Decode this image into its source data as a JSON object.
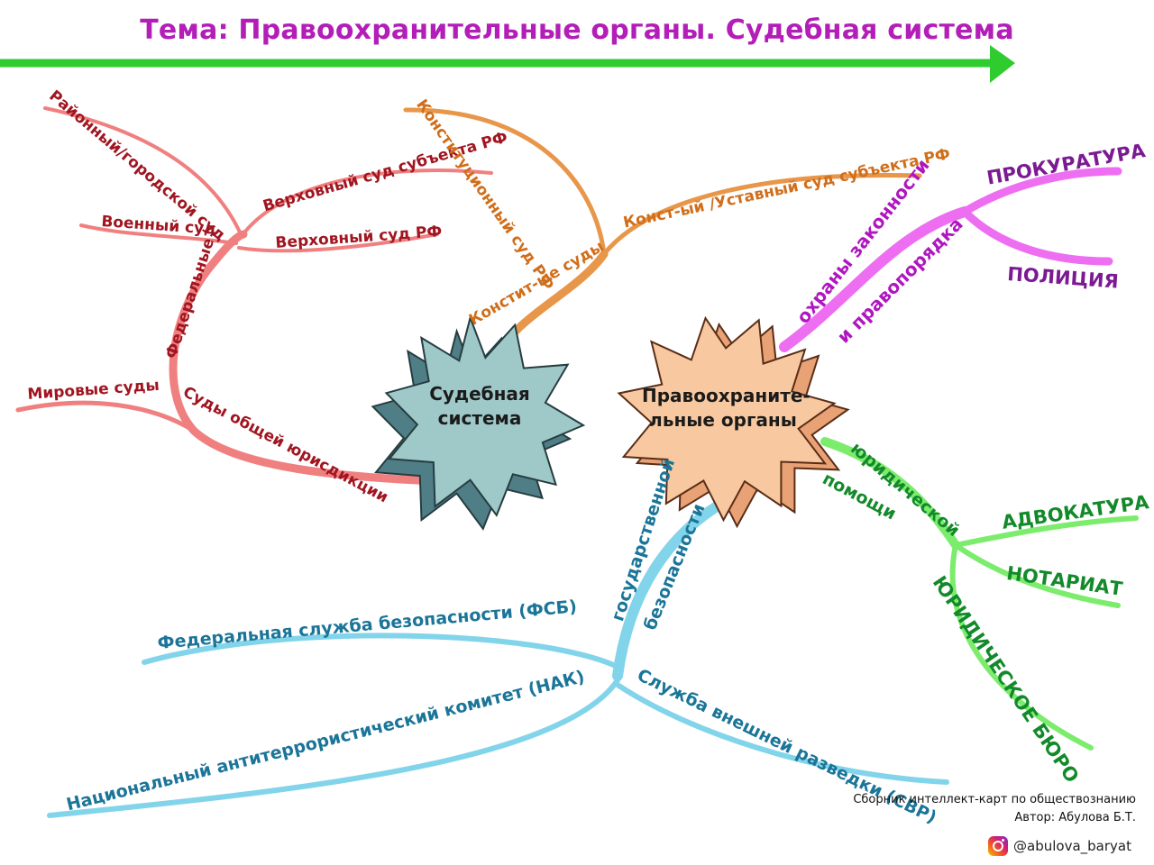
{
  "title": "Тема: Правоохранительные органы. Судебная система",
  "colors": {
    "title": "#b31db8",
    "arrow": "#2ecc2e",
    "red_branch": "#f08080",
    "orange_branch": "#e8964a",
    "magenta_branch": "#ee6ef2",
    "green_branch": "#7cec6c",
    "blue_branch": "#82d4ea",
    "court_hub": "#9fc8c8",
    "law_hub": "#f8c9a0"
  },
  "hubs": {
    "court": {
      "line1": "Судебная",
      "line2": "система"
    },
    "law": {
      "line1": "Правоохраните-",
      "line2": "льные органы"
    }
  },
  "left": {
    "general": "Суды общей юрисдикции",
    "federal": "Федеральные",
    "world": "Мировые суды",
    "district": "Районный/городской суд",
    "military": "Военный суд",
    "supreme_subject": "Верховный суд субъекта РФ",
    "supreme": "Верховный суд РФ",
    "constit": "Констит-ые суды",
    "constitutional": "Конституционный суд РФ",
    "charter": "Конст-ый /Уставный суд субъекта РФ"
  },
  "right": {
    "law_order_1": "охраны законности",
    "law_order_2": "и правопорядка",
    "prosecutor": "ПРОКУРАТУРА",
    "police": "ПОЛИЦИЯ",
    "legal_help_1": "юридической",
    "legal_help_2": "помощи",
    "advocacy": "АДВОКАТУРА",
    "notary": "НОТАРИАТ",
    "bureau": "ЮРИДИЧЕСКОЕ БЮРО",
    "state_sec_1": "государственной",
    "state_sec_2": "безопасности",
    "fsb": "Федеральная служба безопасности (ФСБ)",
    "nak": "Национальный антитеррористический комитет (НАК)",
    "svr": "Служба внешней разведки (СВР)"
  },
  "credits": {
    "line1": "Сборник интеллект-карт по обществознанию",
    "line2": "Автор: Абулова Б.Т.",
    "instagram": "@abulova_baryat"
  }
}
